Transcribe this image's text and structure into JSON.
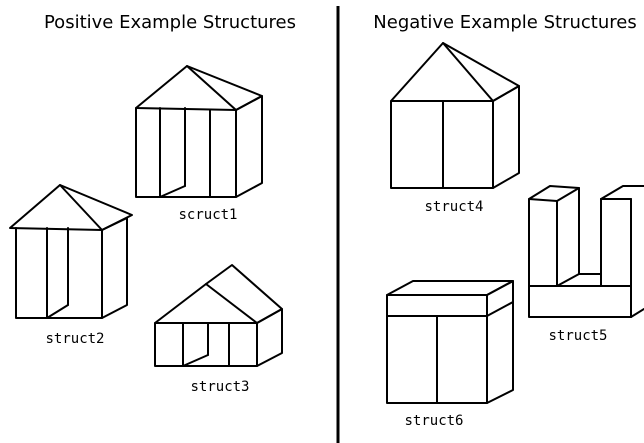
{
  "panels": {
    "positive": {
      "title": "Positive Example Structures"
    },
    "negative": {
      "title": "Negative Example Structures"
    }
  },
  "structures": {
    "struct1": {
      "label": "scruct1"
    },
    "struct2": {
      "label": "struct2"
    },
    "struct3": {
      "label": "struct3"
    },
    "struct4": {
      "label": "struct4"
    },
    "struct5": {
      "label": "struct5"
    },
    "struct6": {
      "label": "struct6"
    }
  }
}
